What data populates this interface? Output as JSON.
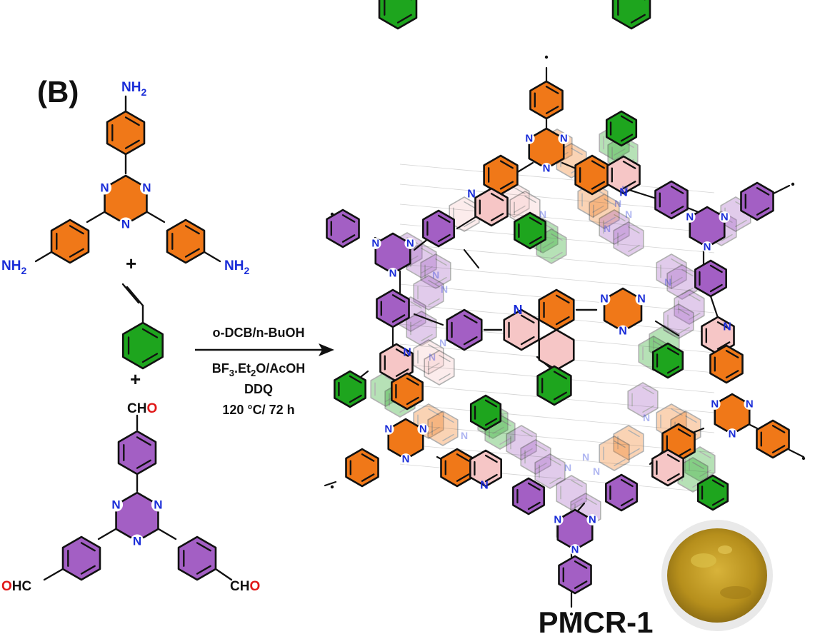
{
  "panel": {
    "label": "(B)"
  },
  "reactants": {
    "amine": {
      "group_label": "NH",
      "group_sub": "2"
    },
    "styrene": {
      "plus": "+"
    },
    "aldehyde": {
      "group_c": "CH",
      "group_o": "O",
      "group_left_o": "O",
      "group_left_c": "HC",
      "plus": "+"
    }
  },
  "triazine": {
    "n": "N"
  },
  "quinoline": {
    "n": "N"
  },
  "conditions": {
    "solvent": "o-DCB/n-BuOH",
    "reagents_prefix": "BF",
    "reagents_sub": "3",
    "reagents_mid": ".Et",
    "reagents_sub2": "2",
    "reagents_suffix": "O/AcOH",
    "oxidant": "DDQ",
    "temp_time": "120 °C/ 72 h"
  },
  "product": {
    "name": "PMCR-1"
  },
  "colors": {
    "amine_ring": "#f07818",
    "styrene_ring": "#1ea51e",
    "aldehyde_ring": "#a35fc4",
    "quinoline_ring": "#f6c6c6",
    "nitrogen_text": "#1a2dd8",
    "oxygen_text": "#e01818",
    "bond": "#111111",
    "powder": "#c9a21f"
  }
}
